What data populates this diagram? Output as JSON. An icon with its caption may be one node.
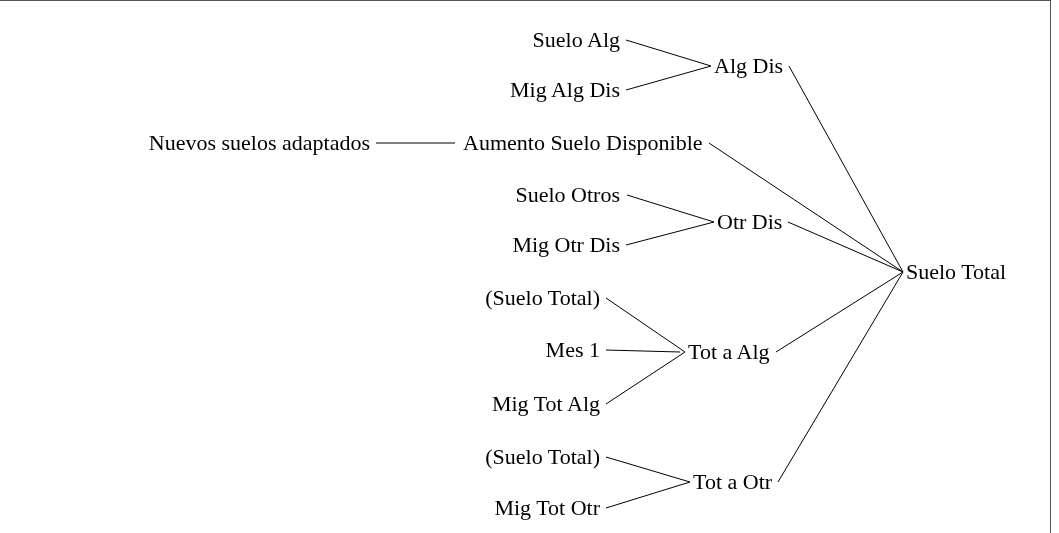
{
  "diagram": {
    "nodes": [
      {
        "text": [
          "Suelo Alg"
        ]
      },
      {
        "text": [
          "Mig Alg Dis"
        ]
      },
      {
        "text": [
          "Alg Dis"
        ]
      },
      {
        "text": [
          "Nuevos suelos adaptados"
        ]
      },
      {
        "text": [
          "Aumento Suelo Disponible"
        ]
      },
      {
        "text": [
          "Suelo Otros"
        ]
      },
      {
        "text": [
          "Mig Otr Dis"
        ]
      },
      {
        "text": [
          "Otr Dis"
        ]
      },
      {
        "text": [
          "(Suelo Total)"
        ]
      },
      {
        "text": [
          "Mes 1"
        ]
      },
      {
        "text": [
          "Mig Tot Alg"
        ]
      },
      {
        "text": [
          "Tot a Alg"
        ]
      },
      {
        "text": [
          "(Suelo Total)"
        ]
      },
      {
        "text": [
          "Mig Tot Otr"
        ]
      },
      {
        "text": [
          "Tot a Otr"
        ]
      },
      {
        "text": [
          "Suelo Total"
        ]
      }
    ],
    "edges": [
      {
        "from": 0,
        "to": 2,
        "arrow": "none"
      },
      {
        "from": 1,
        "to": 2,
        "arrow": "none"
      },
      {
        "from": 3,
        "to": 4,
        "arrow": "none"
      },
      {
        "from": 5,
        "to": 7,
        "arrow": "none"
      },
      {
        "from": 6,
        "to": 7,
        "arrow": "none"
      },
      {
        "from": 8,
        "to": 11,
        "arrow": "none"
      },
      {
        "from": 9,
        "to": 11,
        "arrow": "none"
      },
      {
        "from": 10,
        "to": 11,
        "arrow": "none"
      },
      {
        "from": 12,
        "to": 14,
        "arrow": "none"
      },
      {
        "from": 13,
        "to": 14,
        "arrow": "none"
      },
      {
        "from": 2,
        "to": 15,
        "arrow": "none"
      },
      {
        "from": 4,
        "to": 15,
        "arrow": "none"
      },
      {
        "from": 7,
        "to": 15,
        "arrow": "none"
      },
      {
        "from": 11,
        "to": 15,
        "arrow": "none"
      },
      {
        "from": 14,
        "to": 15,
        "arrow": "none"
      }
    ]
  }
}
